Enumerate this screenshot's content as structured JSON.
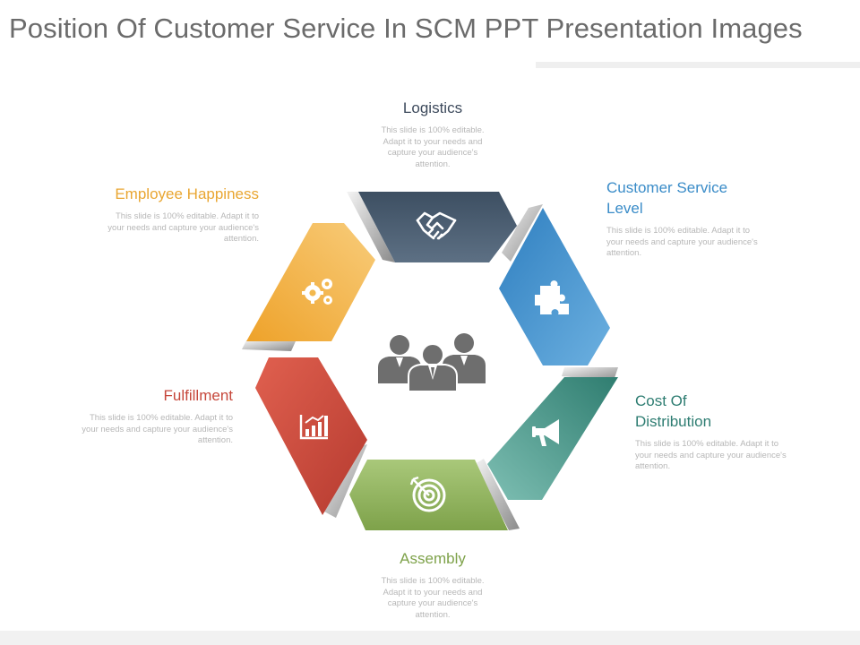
{
  "slide": {
    "title": "Position Of Customer Service In SCM PPT Presentation Images"
  },
  "colors": {
    "logistics": "#4b5d70",
    "customer_service": "#3f8fcc",
    "cost": "#3d8f80",
    "assembly": "#8db35a",
    "fulfillment": "#c9473a",
    "employee": "#f0aa35",
    "center_icon": "#6e6e6e",
    "body_text": "#b7b7b7"
  },
  "center": {
    "icon": "team-icon"
  },
  "segments": [
    {
      "id": "logistics",
      "title": "Logistics",
      "body": "This slide is 100% editable. Adapt it to your needs and capture your audience's attention.",
      "icon": "handshake-icon"
    },
    {
      "id": "customer_service",
      "title": "Customer Service Level",
      "body": "This slide is 100% editable. Adapt it to your needs and capture your audience's attention.",
      "icon": "puzzle-icon"
    },
    {
      "id": "cost",
      "title": "Cost Of Distribution",
      "body": "This slide is 100% editable. Adapt it to your needs and capture your audience's attention.",
      "icon": "megaphone-icon"
    },
    {
      "id": "assembly",
      "title": "Assembly",
      "body": "This slide is 100% editable. Adapt it to your needs and capture your audience's attention.",
      "icon": "target-icon"
    },
    {
      "id": "fulfillment",
      "title": "Fulfillment",
      "body": "This slide is 100% editable. Adapt it to your needs and capture your audience's attention.",
      "icon": "growth-chart-icon"
    },
    {
      "id": "employee",
      "title": "Employee Happiness",
      "body": "This slide is 100% editable. Adapt it to your needs and capture your audience's attention.",
      "icon": "gears-icon"
    }
  ]
}
